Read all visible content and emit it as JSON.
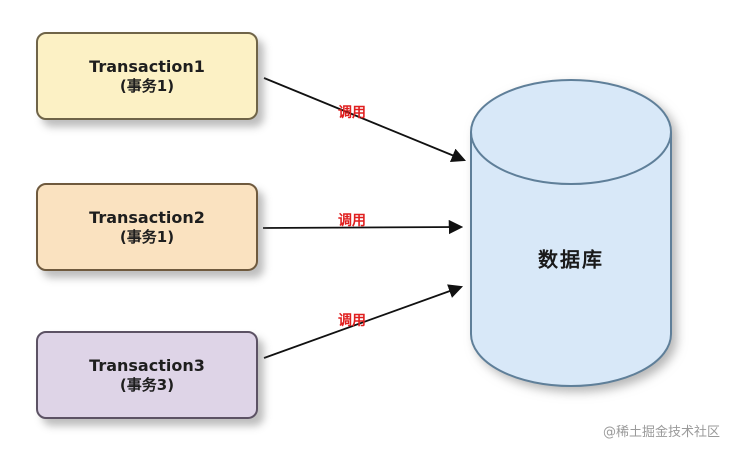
{
  "colors": {
    "db_fill": "#d8e8f8",
    "db_stroke": "#5f7f99",
    "call_label": "#e01f1f",
    "arrow": "#111111"
  },
  "boxes": [
    {
      "title": "Transaction1",
      "subtitle": "(事务1)",
      "fill": "#fcf1c5",
      "border": "#6f6448"
    },
    {
      "title": "Transaction2",
      "subtitle": "(事务1)",
      "fill": "#fae2c0",
      "border": "#6f5a3e"
    },
    {
      "title": "Transaction3",
      "subtitle": "(事务3)",
      "fill": "#ded4e7",
      "border": "#5c5264"
    }
  ],
  "arrows": [
    {
      "label": "调用"
    },
    {
      "label": "调用"
    },
    {
      "label": "调用"
    }
  ],
  "database": {
    "label": "数据库"
  },
  "watermark": "@稀土掘金技术社区"
}
